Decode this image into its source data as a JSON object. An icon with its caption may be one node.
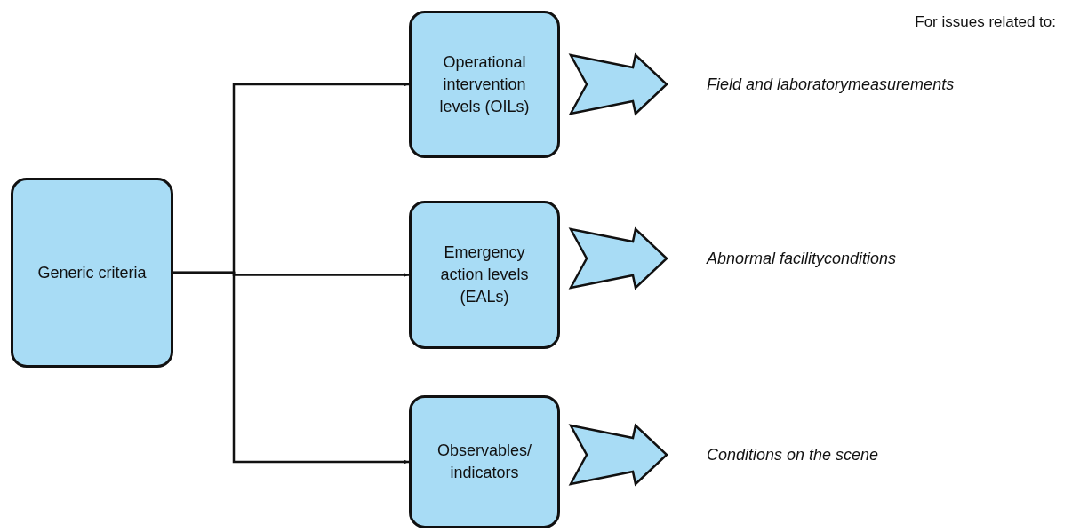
{
  "diagram": {
    "nodes": [
      {
        "text": [
          "Generic criteria"
        ]
      },
      {
        "text": [
          "Operational intervention levels (OILs)"
        ]
      },
      {
        "text": [
          "Emergency action levels (EALs)"
        ]
      },
      {
        "text": [
          "Observables/ indicators"
        ]
      },
      {
        "text": [
          "Field and laboratorymeasurements"
        ]
      },
      {
        "text": [
          "Abnormal facilityconditions"
        ]
      },
      {
        "text": [
          "Conditions on the scene"
        ]
      }
    ],
    "edges": [
      {
        "from": 0,
        "to": 1,
        "arrow": "to"
      },
      {
        "from": 0,
        "to": 2,
        "arrow": "to"
      },
      {
        "from": 0,
        "to": 3,
        "arrow": "to"
      },
      {
        "from": 1,
        "to": 4,
        "arrow": "to",
        "style": "thick"
      },
      {
        "from": 2,
        "to": 5,
        "arrow": "to",
        "style": "thick"
      },
      {
        "from": 3,
        "to": 6,
        "arrow": "to",
        "style": "thick"
      }
    ],
    "labels": [
      "For issues related to:"
    ]
  }
}
